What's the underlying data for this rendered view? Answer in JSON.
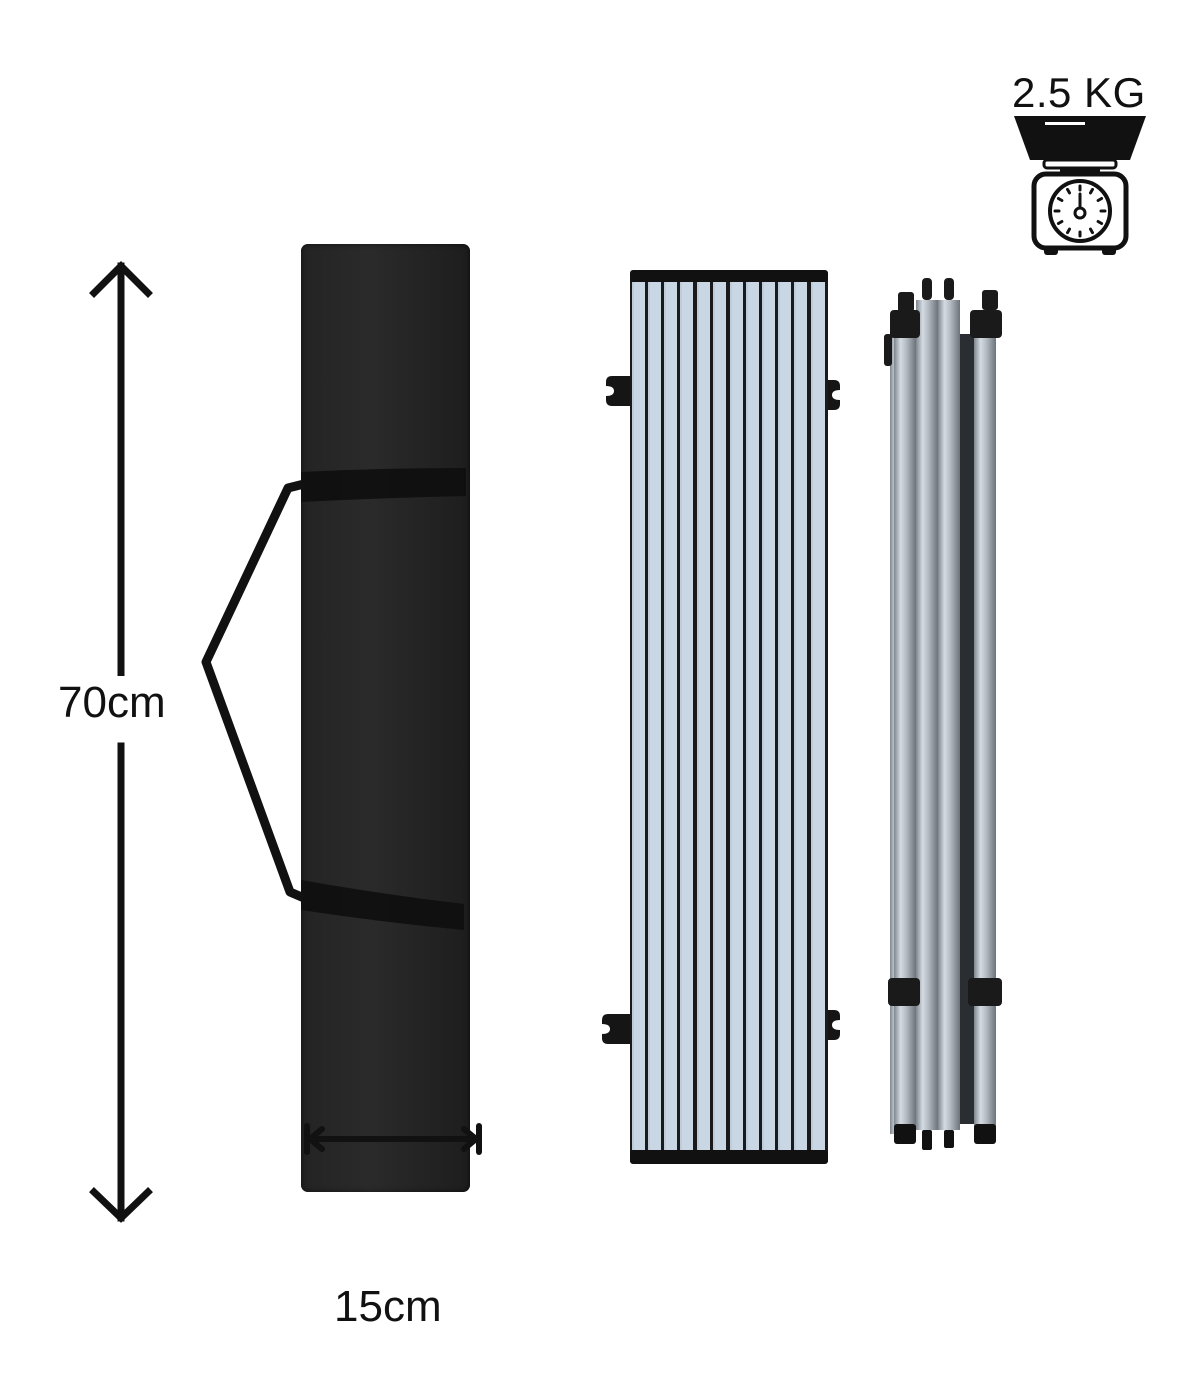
{
  "weight": {
    "label": "2.5 KG",
    "icon": "kitchen-scale-icon"
  },
  "dimensions": {
    "height_label": "70cm",
    "width_label": "15cm",
    "height_arrow_icon": "vertical-double-arrow-icon",
    "width_arrow_icon": "horizontal-double-arrow-icon"
  },
  "product_parts": [
    {
      "name": "carry-bag",
      "color": "#1f1f1f"
    },
    {
      "name": "folded-slat-tabletop",
      "slat_count": 12,
      "color": "#c9d6e4"
    },
    {
      "name": "folded-aluminum-legs",
      "color": "#b8bec6"
    }
  ],
  "colors": {
    "background": "#ffffff",
    "ink": "#111111",
    "bag": "#1f1f1f",
    "slat": "#c9d6e4",
    "leg": "#b8bec6"
  }
}
